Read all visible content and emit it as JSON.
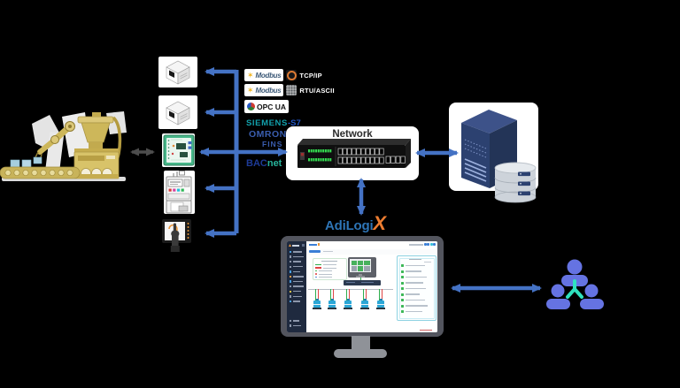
{
  "title": "Industrial connectivity architecture diagram",
  "machine": {
    "name": "production-machine"
  },
  "field_devices": [
    {
      "name": "io-module-1"
    },
    {
      "name": "io-module-2"
    },
    {
      "name": "pcb-controller"
    },
    {
      "name": "analyzer-device"
    },
    {
      "name": "hmi-touch-panel"
    }
  ],
  "icons": {
    "modbus_star": "✶"
  },
  "protocols": {
    "modbus_tcp": {
      "brand": "Modbus",
      "label": "TCP/IP"
    },
    "modbus_rtu": {
      "brand": "Modbus",
      "label": "RTU/ASCII"
    },
    "opc_ua": {
      "label": "OPC UA"
    },
    "siemens_s7": {
      "brand": "SIEMENS",
      "label": "-S7"
    },
    "omron_fins": {
      "brand": "OMRON",
      "label": "FINS"
    },
    "bacnet": {
      "prefix": "BAC",
      "suffix": "net"
    }
  },
  "network": {
    "label": "Network"
  },
  "server": {
    "name": "server-with-database"
  },
  "software": {
    "prefix": "AdiLogi",
    "suffix": "X"
  },
  "users": {
    "name": "operators-group"
  },
  "colors": {
    "arrow_blue": "#4472c4",
    "arrow_grey": "#4d4d4d",
    "adilogix_blue": "#2e75b6",
    "adilogix_orange": "#ed7d31",
    "siemens_teal": "#12a0ab",
    "s7_blue": "#2456c4",
    "omron_blue": "#3a5dae",
    "modbus_gold": "#f0b41e",
    "bacnet_blue": "#1d3a96",
    "bacnet_teal": "#27b29a",
    "users_purple": "#6573e2",
    "users_teal": "#2fe2bf",
    "server_navy": "#2c4170",
    "status_green": "#3cb857",
    "status_red": "#e04848"
  }
}
